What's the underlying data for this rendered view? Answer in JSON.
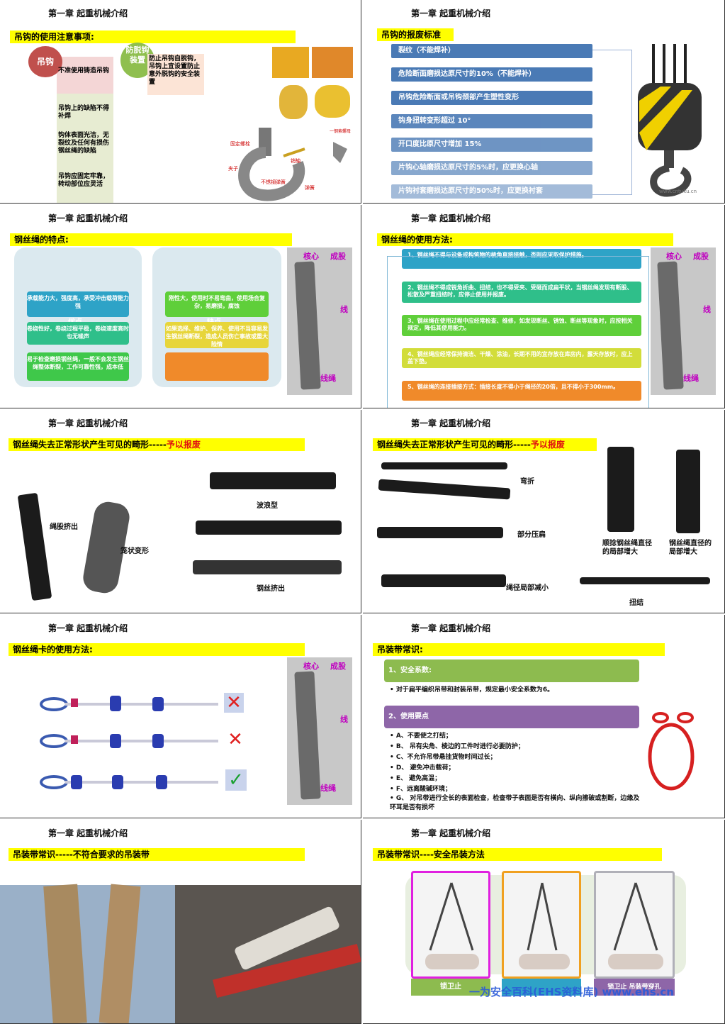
{
  "chapter": "第一章 起重机械介绍",
  "s1": {
    "bar": "吊钩的使用注意事项:",
    "circle_red": "吊钩",
    "circle_green": "防脱钩装置",
    "items": [
      "不准使用铸造吊钩",
      "吊钩上的缺陷不得补焊",
      "钩体表面光洁，无裂纹及任何有损伤钢丝绳的缺陷",
      "吊钩应固定牢靠，转动部位应灵活"
    ],
    "right_text": "防止吊钩自脱钩，吊钩上宜设置防止意外脱钩的安全装置",
    "labels": [
      "固定螺栓",
      "夹子",
      "不锈钢弹簧",
      "弹簧",
      "销轴",
      "一钢索螺母"
    ]
  },
  "s2": {
    "bar": "吊钩的报废标准",
    "items": [
      "裂纹（不能焊补）",
      "危险断面磨损达原尺寸的10%（不能焊补）",
      "吊钩危险断面或吊钩颈部产生塑性变形",
      "钩身扭转变形超过 10°",
      "开口度比原尺寸增加 15%",
      "片钩心轴磨损达原尺寸的5%时，应更换心轴",
      "片钩衬套磨损达原尺寸的50%时，应更换衬套"
    ],
    "watermark": "www.cntuku.cn"
  },
  "s3": {
    "bar": "钢丝绳的特点:",
    "left_title": "优点",
    "right_title": "缺点",
    "left_items": [
      "承载能力大，强度高，承受冲击载荷能力强",
      "卷绕性好，卷绕过程平稳，卷绕速度高时也无噪声",
      "易于检查磨损钢丝绳，一般不会发生钢丝绳整体断裂，工作可靠性强，成本低"
    ],
    "right_items": [
      "刚性大，使用时不易弯曲，使用场合复杂，易磨损，腐蚀",
      "如果选择、维护、保养、使用不当容易发生钢丝绳断裂，造成人员伤亡事故或重大险情",
      ""
    ]
  },
  "rope_labels": {
    "core": "核心",
    "strand": "成股",
    "wire": "线",
    "rope": "线绳"
  },
  "s4": {
    "bar": "钢丝绳的使用方法:",
    "items": [
      "1、钢丝绳不得与设备或构筑物的棱角直接接触，否则应采取保护措施。",
      "2、钢丝绳不得成锐角折曲、扭结，也不得受夹、受砸而成扁平状，当钢丝绳发现有断股、松散及严重扭结时，应停止使用并报废。",
      "3、钢丝绳在使用过程中应经常检查、维修，如发现断丝、锈蚀、断丝等现象时，应按相关规定，降低其使用能力。",
      "4、钢丝绳应经常保持清洁、干燥、涂油，长期不用的宜存放在库房内，露天存放时，应上盖下垫。",
      "5、钢丝绳的连接插接方式：插接长度不得小于绳径的20倍，且不得小于300mm。"
    ],
    "colors": [
      "#2ea3c7",
      "#2fbf8a",
      "#5fcf3a",
      "#a8c83a",
      "#f08a2a"
    ]
  },
  "s5": {
    "bar_prefix": "钢丝绳失去正常形状产生可见的畸形-----",
    "bar_red": "予以报废",
    "labels": [
      "绳股挤出",
      "笼状变形",
      "波浪型",
      "钢丝挤出"
    ]
  },
  "s6": {
    "bar_prefix": "钢丝绳失去正常形状产生可见的畸形-----",
    "bar_red": "予以报废",
    "labels": [
      "弯折",
      "部分压扁",
      "绳径局部减小",
      "顺捻钢丝绳直径的局部增大",
      "钢丝绳直径的局部增大",
      "扭结"
    ]
  },
  "s7": {
    "bar": "钢丝绳卡的使用方法:"
  },
  "s8": {
    "bar": "吊装带常识:",
    "sec1": "1、安全系数:",
    "sec1_text": "• 对于扁平编织吊带和封装吊带，规定最小安全系数为6。",
    "sec2": "2、使用要点",
    "sec2_items": [
      "• A、不要使之打结；",
      "• B、 吊有尖角、棱边的工件时进行必要防护；",
      "• C、不允许吊带悬挂货物时间过长；",
      "• D、 避免冲击载荷；",
      "• E、 避免高温；",
      "• F、远离酸碱环境；",
      "• G、 对吊带进行全长的表面检查，检查带子表面是否有横向、纵向擦破或割断，边缘及环耳是否有损坏"
    ]
  },
  "s9": {
    "bar": "吊装带常识-----不符合要求的吊装带"
  },
  "s10": {
    "bar": "吊装带常识----安全吊装方法",
    "captions": [
      "锁卫止",
      "",
      "锁卫止 吊装带穿孔"
    ]
  },
  "footer_watermark": "一为安全百科(EHS资料库) www.ehs.cn"
}
